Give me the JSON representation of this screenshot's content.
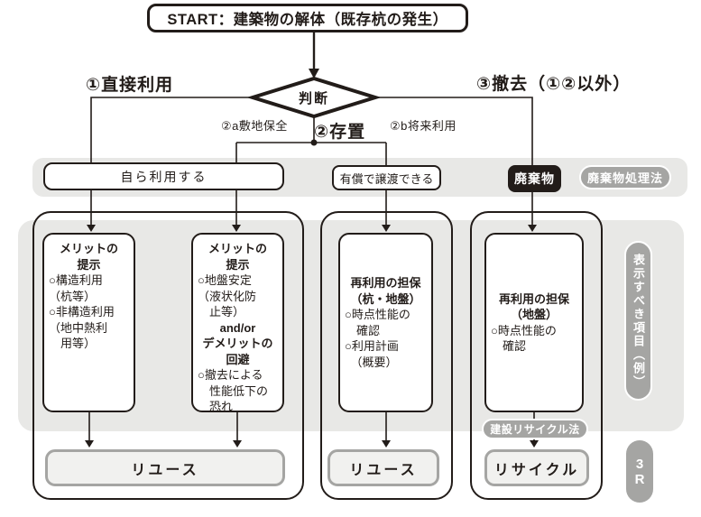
{
  "colors": {
    "ink": "#221c19",
    "panel_gray": "#e8e8e6",
    "pill_gray": "#a5a5a3",
    "result_fill": "#f1f1ef",
    "result_border": "#a5a5a3"
  },
  "start": {
    "label": "START：建築物の解体（既存杭の発生）"
  },
  "decision": {
    "label": "判断"
  },
  "branches": {
    "direct_use": "①直接利用",
    "leave_in_place": "②存置",
    "site_preservation": "②a敷地保全",
    "future_use": "②b将来利用",
    "removal": "③撤去（①②以外）"
  },
  "band": {
    "self_use": "自ら利用する",
    "transfer": "有償で譲渡できる",
    "waste": "廃棄物",
    "waste_law_pill": "廃棄物処理法"
  },
  "boxes": {
    "merit_structural": {
      "title": "メリットの\n提示",
      "body": "○構造利用\n（杭等）\n○非構造利用\n（地中熱利\n　用等）"
    },
    "merit_ground": {
      "title": "メリットの\n提示",
      "body": "○地盤安定\n（液状化防\n　止等）",
      "connector": "and/or",
      "title2": "デメリットの\n回避",
      "body2": "○撤去による\n　性能低下の\n　恐れ"
    },
    "reuse_guarantee_pile": {
      "title": "再利用の担保\n（杭・地盤）",
      "body": "○時点性能の\n　確認\n○利用計画\n　（概要）"
    },
    "reuse_guarantee_ground": {
      "title": "再利用の担保\n（地盤）",
      "body": "○時点性能の\n　確認"
    }
  },
  "results": {
    "reuse_left": "リユース",
    "reuse_middle": "リユース",
    "recycle": "リサイクル"
  },
  "pills": {
    "construction_recycle_law": "建設リサイクル法",
    "display_items": "表示すべき項目（例）",
    "three_r": "3\nR"
  }
}
